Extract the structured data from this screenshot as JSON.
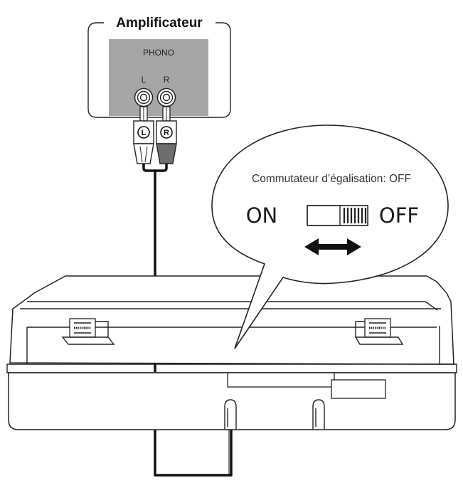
{
  "amplifier": {
    "title": "Amplificateur",
    "jack_label": "PHONO",
    "left_label": "L",
    "right_label": "R"
  },
  "plugs": {
    "left": "L",
    "right": "R"
  },
  "callout": {
    "caption": "Commutateur d’égalisation: OFF",
    "on_label": "ON",
    "off_label": "OFF"
  },
  "colors": {
    "panel": "#a6a6a6",
    "cable": "#111111",
    "plug_right": "#6e6e6e"
  }
}
